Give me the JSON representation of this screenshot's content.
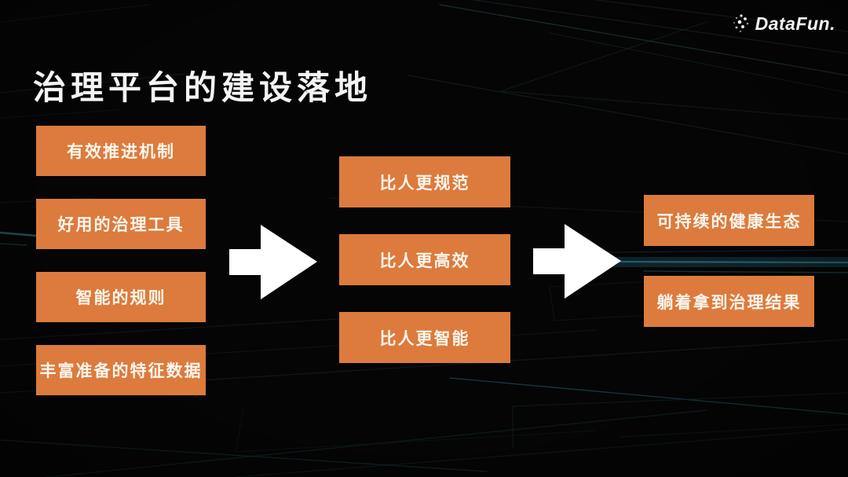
{
  "slide": {
    "title": "治理平台的建设落地",
    "logo_text": "DataFun.",
    "columns": {
      "foundations": {
        "items": [
          {
            "label": "有效推进机制"
          },
          {
            "label": "好用的治理工具"
          },
          {
            "label": "智能的规则"
          },
          {
            "label": "丰富准备的特征数据"
          }
        ]
      },
      "advantages": {
        "items": [
          {
            "label": "比人更规范"
          },
          {
            "label": "比人更高效"
          },
          {
            "label": "比人更智能"
          }
        ]
      },
      "outcomes": {
        "items": [
          {
            "label": "可持续的健康生态"
          },
          {
            "label": "躺着拿到治理结果"
          }
        ]
      }
    },
    "colors": {
      "background": "#050505",
      "box_fill": "#DC7B3D",
      "box_text": "#FCF6EC",
      "title_text": "#F4F4F4",
      "arrow_fill": "#FFFFFF",
      "accent_line_teal": "#2C5F6B"
    },
    "icons": {
      "logo_dots": "datafun-dots-icon",
      "flow_arrows": "right-block-arrow"
    }
  }
}
